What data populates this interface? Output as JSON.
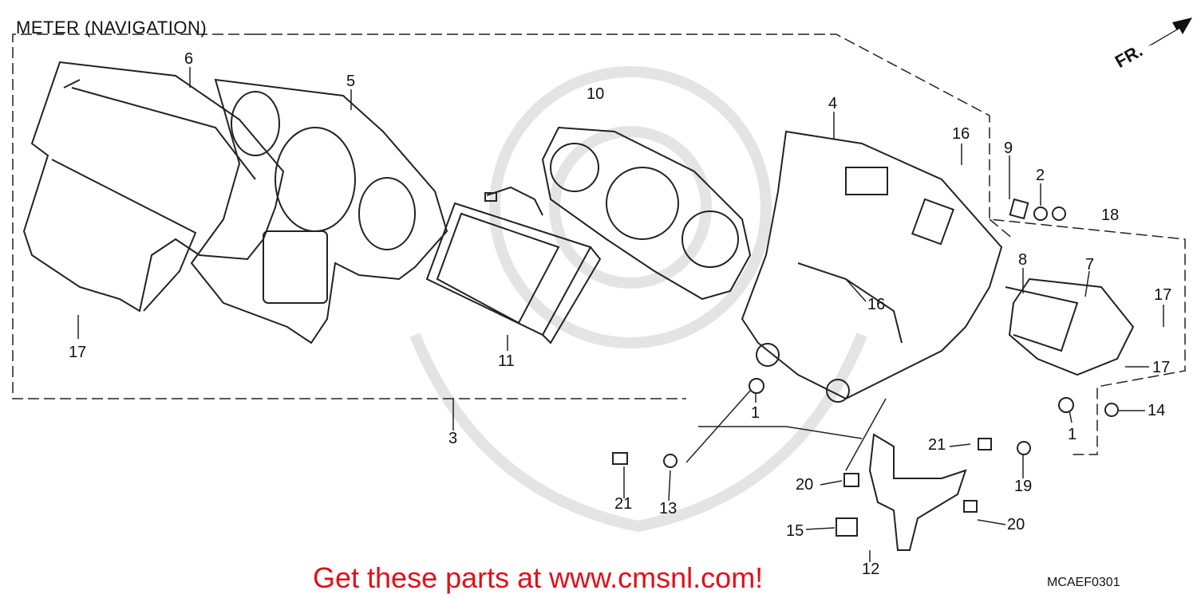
{
  "header": {
    "title": "METER (NAVIGATION)"
  },
  "orientation": {
    "label": "FR."
  },
  "footer": {
    "promo": "Get these parts at www.cmsnl.com!",
    "code": "MCAEF0301"
  },
  "callouts": {
    "c1a": "1",
    "c1b": "1",
    "c2": "2",
    "c3": "3",
    "c4": "4",
    "c5": "5",
    "c6": "6",
    "c7": "7",
    "c8": "8",
    "c9": "9",
    "c10": "10",
    "c11": "11",
    "c12": "12",
    "c13": "13",
    "c14": "14",
    "c15": "15",
    "c16a": "16",
    "c16b": "16",
    "c17a": "17",
    "c17b": "17",
    "c17c": "17",
    "c18": "18",
    "c19": "19",
    "c20a": "20",
    "c20b": "20",
    "c21a": "21",
    "c21b": "21"
  }
}
